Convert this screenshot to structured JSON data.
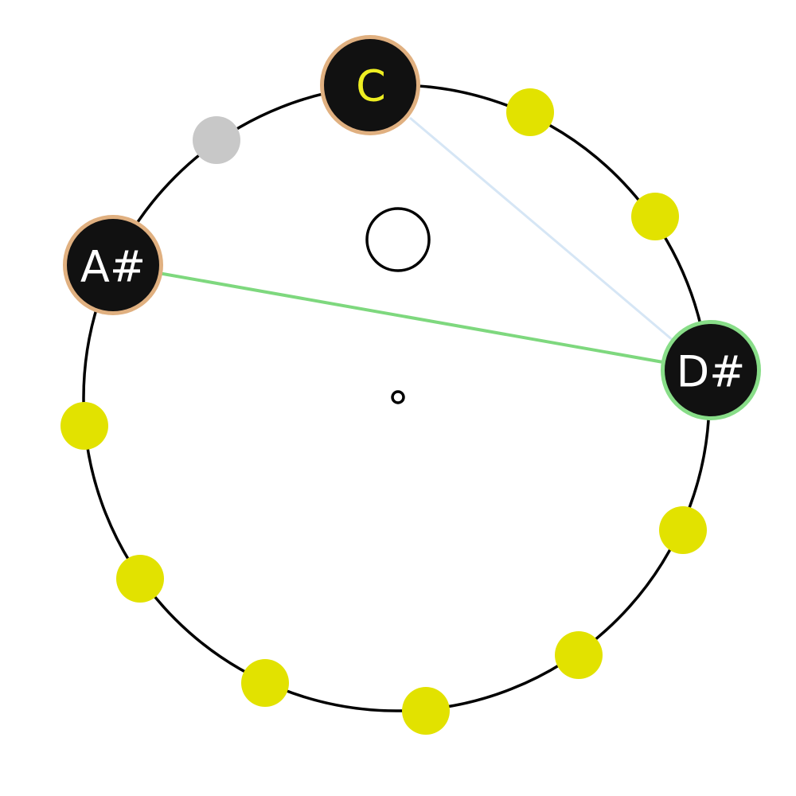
{
  "diagram": {
    "colors": {
      "background": "#ffffff",
      "ring": "#000000",
      "note_fill": "#111111",
      "note_label": "#ffffff",
      "root_label": "#eeee22",
      "outline_tan": "#e0b080",
      "outline_green": "#88dd88",
      "link_green": "#7ed87e",
      "link_blue": "#d6e6f5",
      "dot_yellow": "#e2e200",
      "dot_grey": "#c8c8c8"
    },
    "notes": [
      {
        "id": "c",
        "label": "C",
        "label_color": "#eeee22",
        "outline": "#e0b080"
      },
      {
        "id": "a-sharp",
        "label": "A#",
        "label_color": "#ffffff",
        "outline": "#e0b080"
      },
      {
        "id": "d-sharp",
        "label": "D#",
        "label_color": "#ffffff",
        "outline": "#88dd88"
      }
    ]
  }
}
